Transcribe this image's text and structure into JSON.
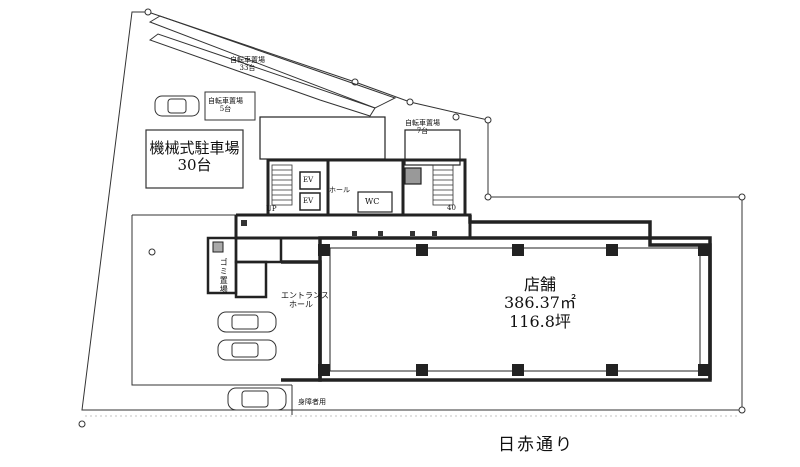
{
  "labels": {
    "bicycle_parking_33": {
      "line1": "自転車置場",
      "line2": "33台"
    },
    "bicycle_parking_5": {
      "line1": "自転車置場",
      "line2": "5台"
    },
    "bicycle_parking_7": {
      "line1": "自転車置場",
      "line2": "7台"
    },
    "mechanical_parking": {
      "line1": "機械式駐車場",
      "line2": "30台"
    },
    "elevator_1": "EV",
    "elevator_2": "EV",
    "hall": "ホール",
    "restroom": "WC",
    "up": "UP",
    "stair_number": "40",
    "garbage_area": "ゴミ置場",
    "entrance_hall": {
      "line1": "エントランス",
      "line2": "ホール"
    },
    "store": {
      "name": "店舗",
      "area_m2": "386.37㎡",
      "area_tsubo": "116.8坪"
    },
    "accessible_parking": "身障者用",
    "street_name": "日赤通り"
  }
}
